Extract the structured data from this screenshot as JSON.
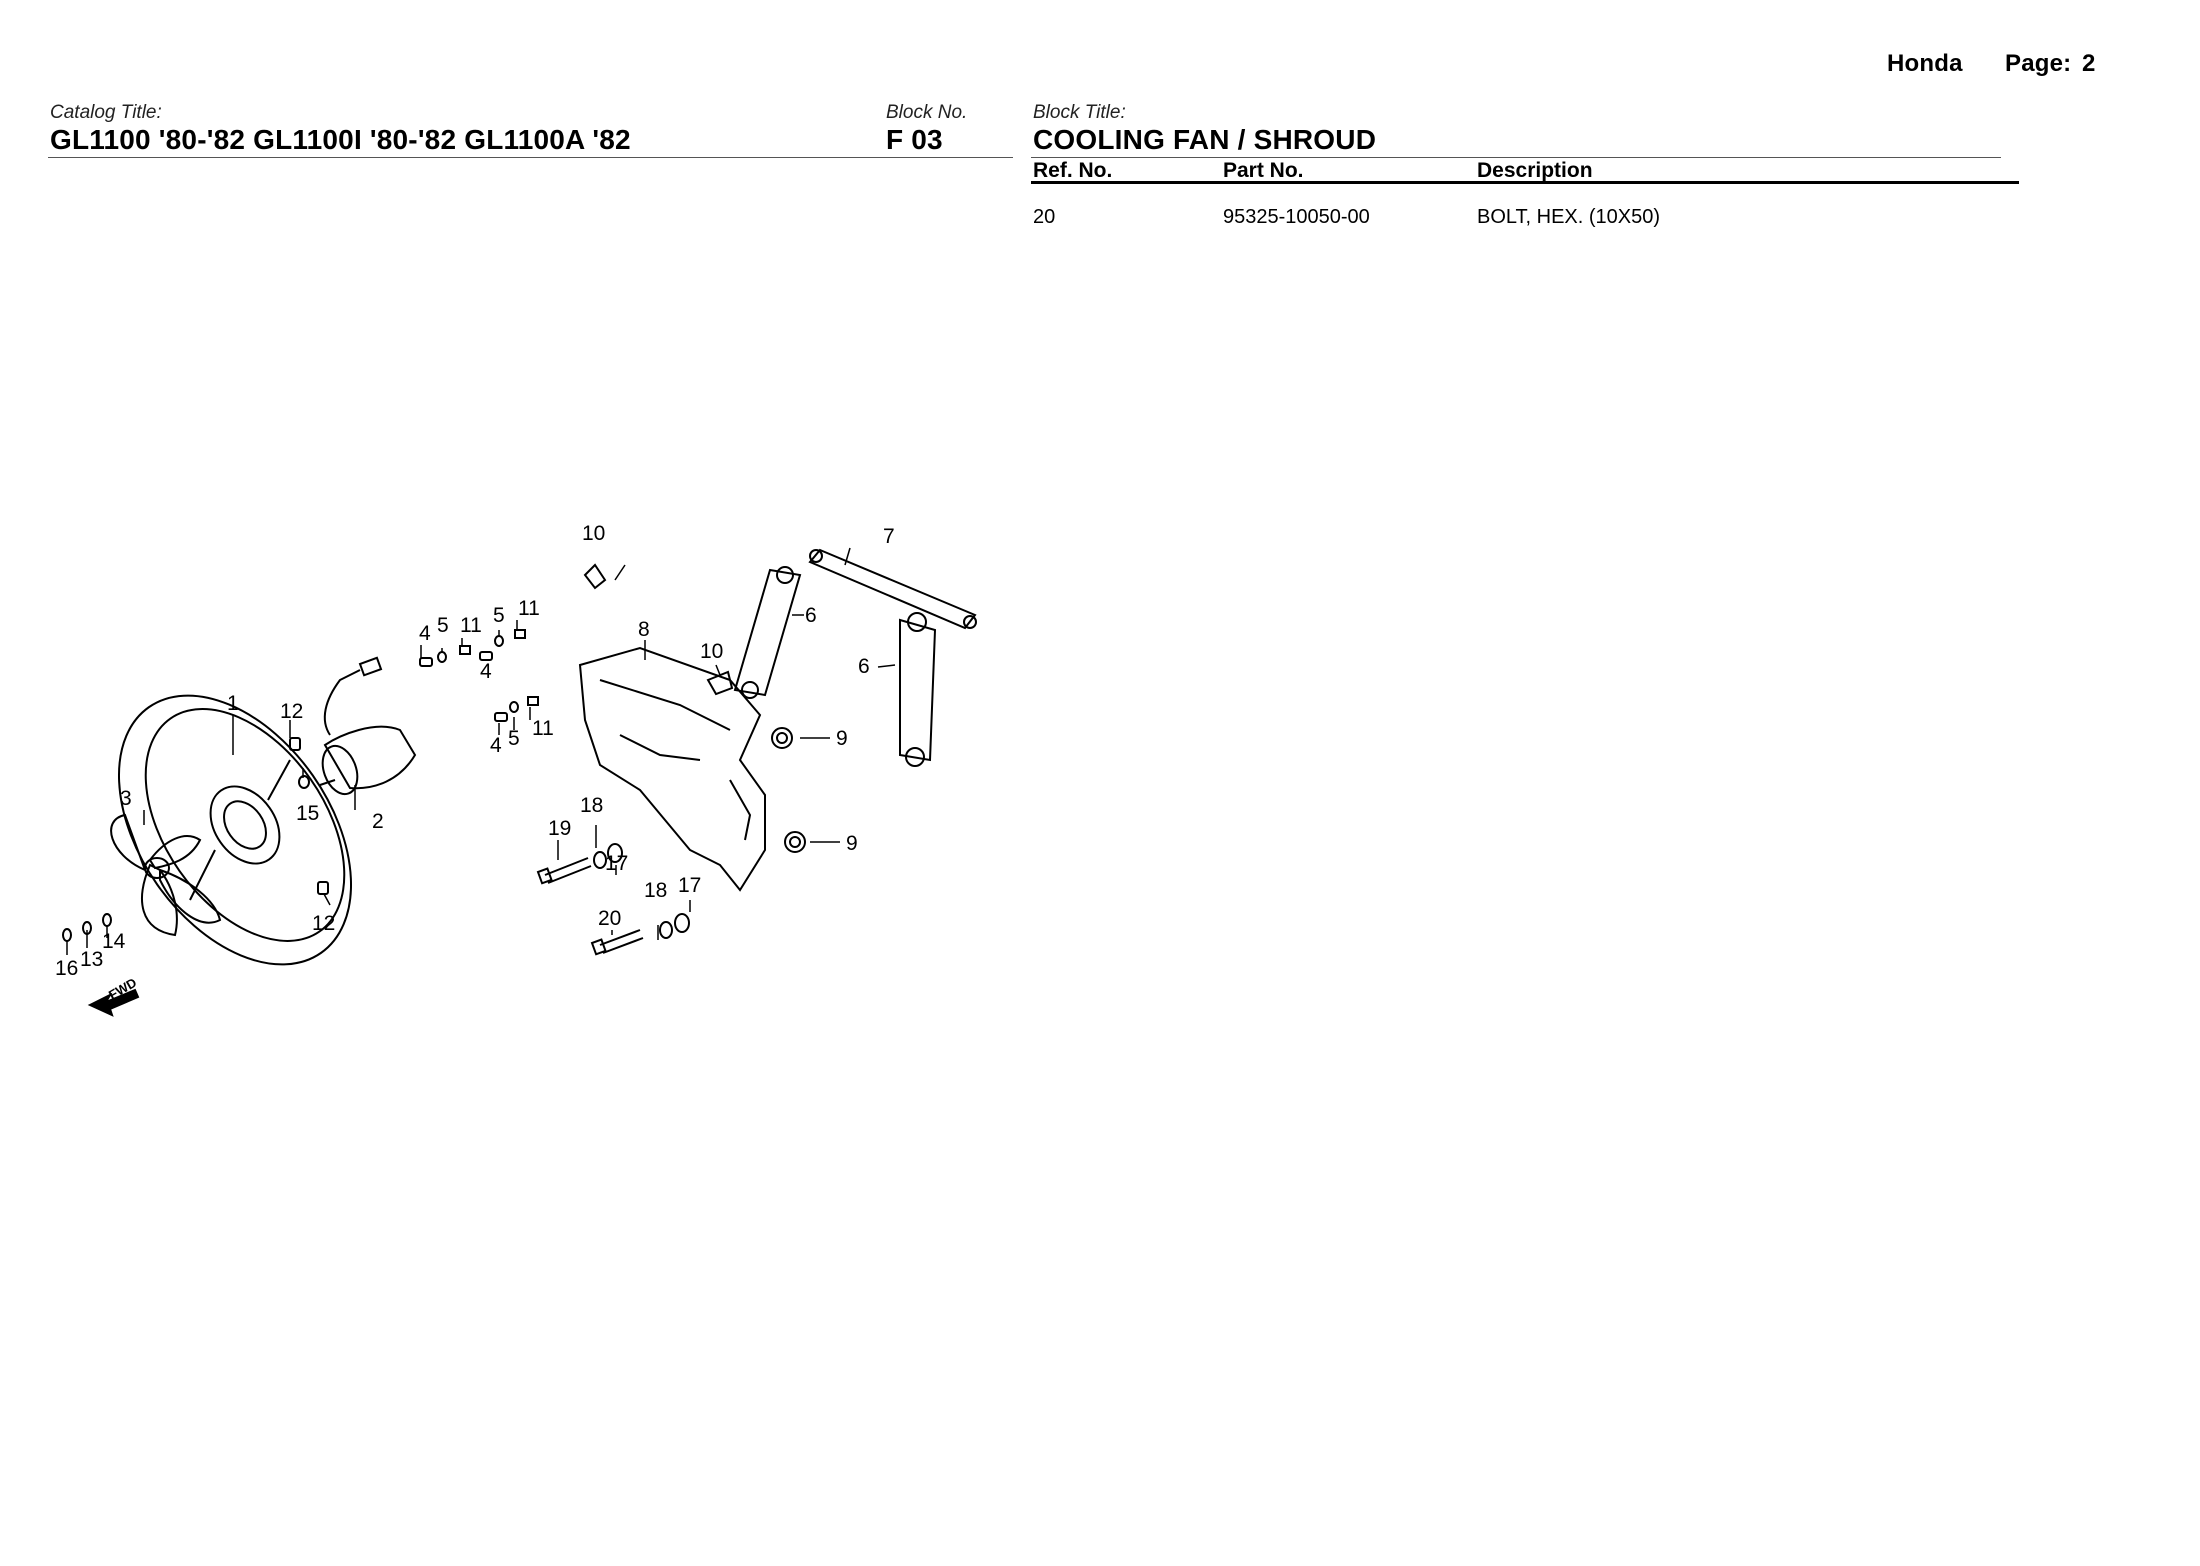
{
  "header": {
    "brand": "Honda",
    "page_label": "Page:",
    "page_number": "2"
  },
  "catalog": {
    "label": "Catalog Title:",
    "title": "GL1100 '80-'82 GL1100I '80-'82 GL1100A '82"
  },
  "block_no": {
    "label": "Block No.",
    "value": "F 03"
  },
  "block_title": {
    "label": "Block Title:",
    "value": "COOLING FAN / SHROUD"
  },
  "parts_table": {
    "columns": [
      "Ref. No.",
      "Part No.",
      "Description"
    ],
    "rows": [
      {
        "ref": "20",
        "part_no": "95325-10050-00",
        "description": "BOLT, HEX. (10X50)"
      }
    ]
  },
  "diagram": {
    "callouts": [
      "1",
      "2",
      "3",
      "4",
      "4",
      "4",
      "5",
      "5",
      "5",
      "6",
      "6",
      "7",
      "8",
      "9",
      "9",
      "10",
      "10",
      "11",
      "11",
      "11",
      "12",
      "12",
      "13",
      "14",
      "15",
      "16",
      "17",
      "17",
      "18",
      "18",
      "19",
      "20"
    ],
    "fwd_label": "FWD"
  }
}
